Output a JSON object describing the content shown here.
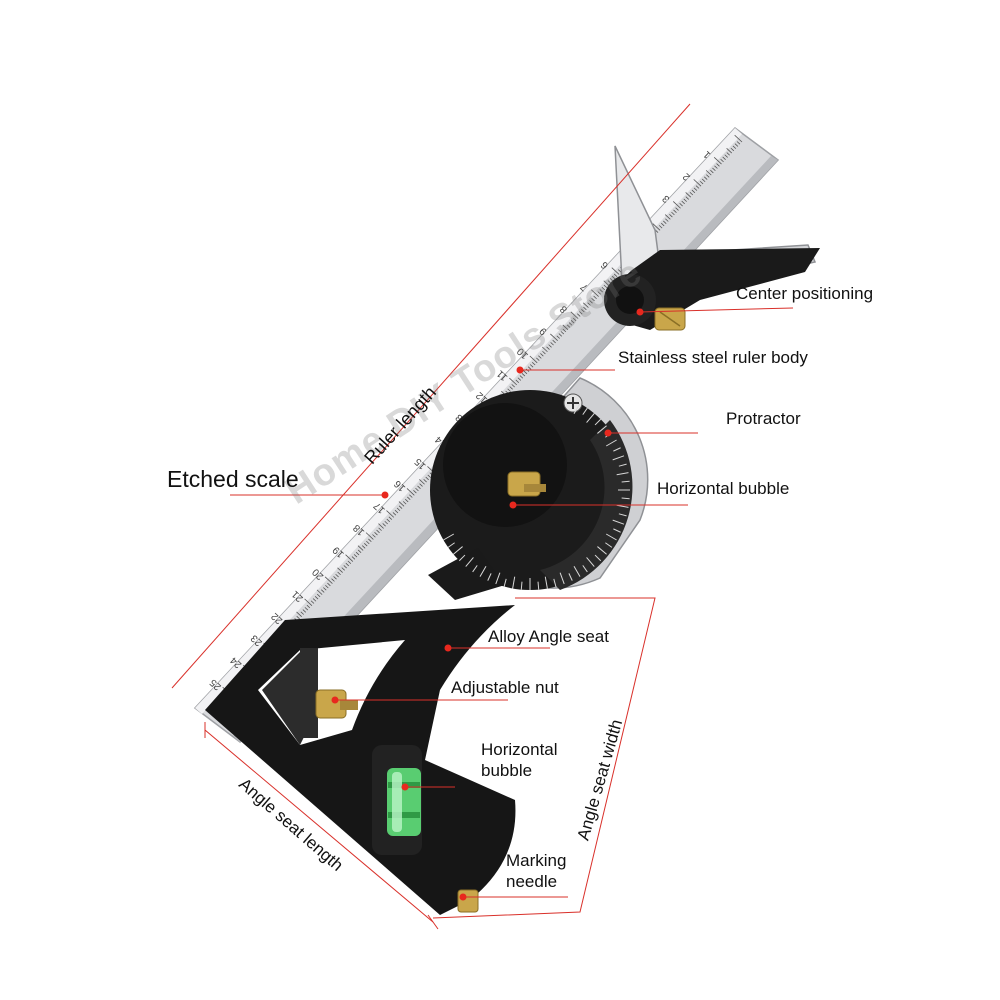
{
  "colors": {
    "leader_line": "#d9302a",
    "leader_dot": "#e8281e",
    "tool_black": "#161616",
    "steel": "#d9dadd",
    "brass": "#c9a64a",
    "bubble_green": "#5fe07a"
  },
  "labels": {
    "center_positioning": "Center positioning",
    "ruler_body": "Stainless steel ruler body",
    "protractor": "Protractor",
    "horizontal_bubble_top": "Horizontal bubble",
    "etched_scale": "Etched scale",
    "ruler_length": "Ruler length",
    "alloy_angle_seat": "Alloy Angle seat",
    "adjustable_nut": "Adjustable nut",
    "horizontal_bubble_bottom_line1": "Horizontal",
    "horizontal_bubble_bottom_line2": "bubble",
    "marking_needle_line1": "Marking",
    "marking_needle_line2": "needle",
    "angle_seat_length": "Angle seat length",
    "angle_seat_width": "Angle seat width"
  },
  "watermark": "Home DIY Tools Store",
  "ruler_scale_marks": [
    "1",
    "2",
    "3",
    "4",
    "5",
    "6",
    "7",
    "8",
    "9",
    "10",
    "11",
    "12",
    "13",
    "14",
    "15",
    "16",
    "17",
    "18",
    "19",
    "20",
    "21",
    "22",
    "23",
    "24",
    "25"
  ]
}
